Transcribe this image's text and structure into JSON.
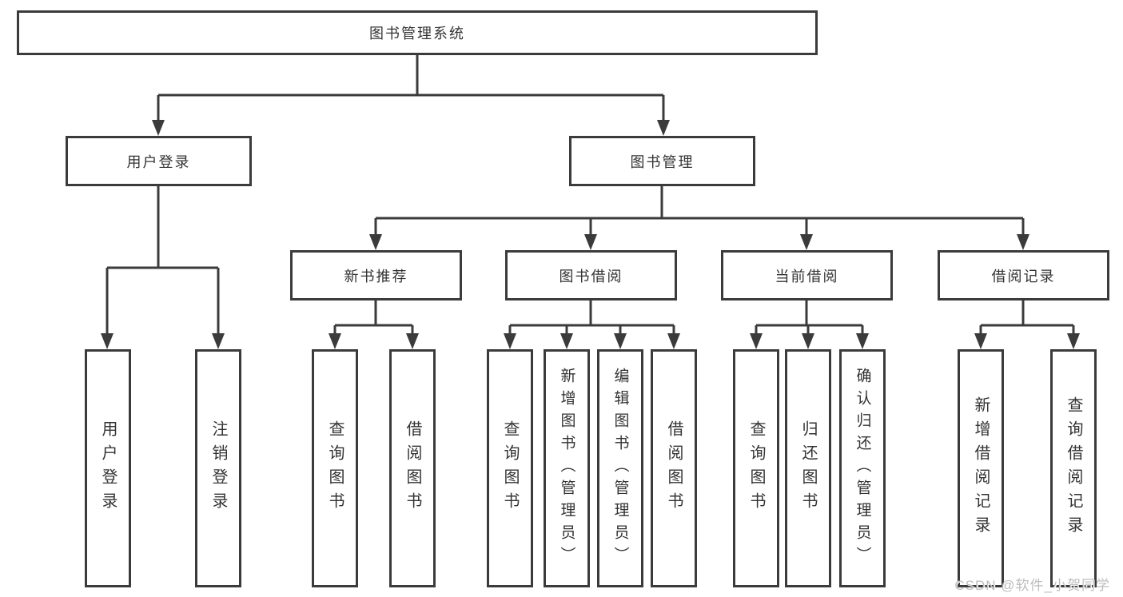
{
  "tree": {
    "label": "图书管理系统",
    "children": [
      {
        "label": "用户登录",
        "children": [
          {
            "label": "用户登录"
          },
          {
            "label": "注销登录"
          }
        ]
      },
      {
        "label": "图书管理",
        "children": [
          {
            "label": "新书推荐",
            "children": [
              {
                "label": "查询图书"
              },
              {
                "label": "借阅图书"
              }
            ]
          },
          {
            "label": "图书借阅",
            "children": [
              {
                "label": "查询图书"
              },
              {
                "label": "新增图书（管理员）"
              },
              {
                "label": "编辑图书（管理员）"
              },
              {
                "label": "借阅图书"
              }
            ]
          },
          {
            "label": "当前借阅",
            "children": [
              {
                "label": "查询图书"
              },
              {
                "label": "归还图书"
              },
              {
                "label": "确认归还（管理员）"
              }
            ]
          },
          {
            "label": "借阅记录",
            "children": [
              {
                "label": "新增借阅记录"
              },
              {
                "label": "查询借阅记录"
              }
            ]
          }
        ]
      }
    ]
  },
  "watermark": {
    "text": "CSDN @软件_小贺同学"
  },
  "colors": {
    "line": "#3b3b3b",
    "text": "#333333",
    "watermark": "#bdbdbd",
    "background": "#ffffff"
  }
}
